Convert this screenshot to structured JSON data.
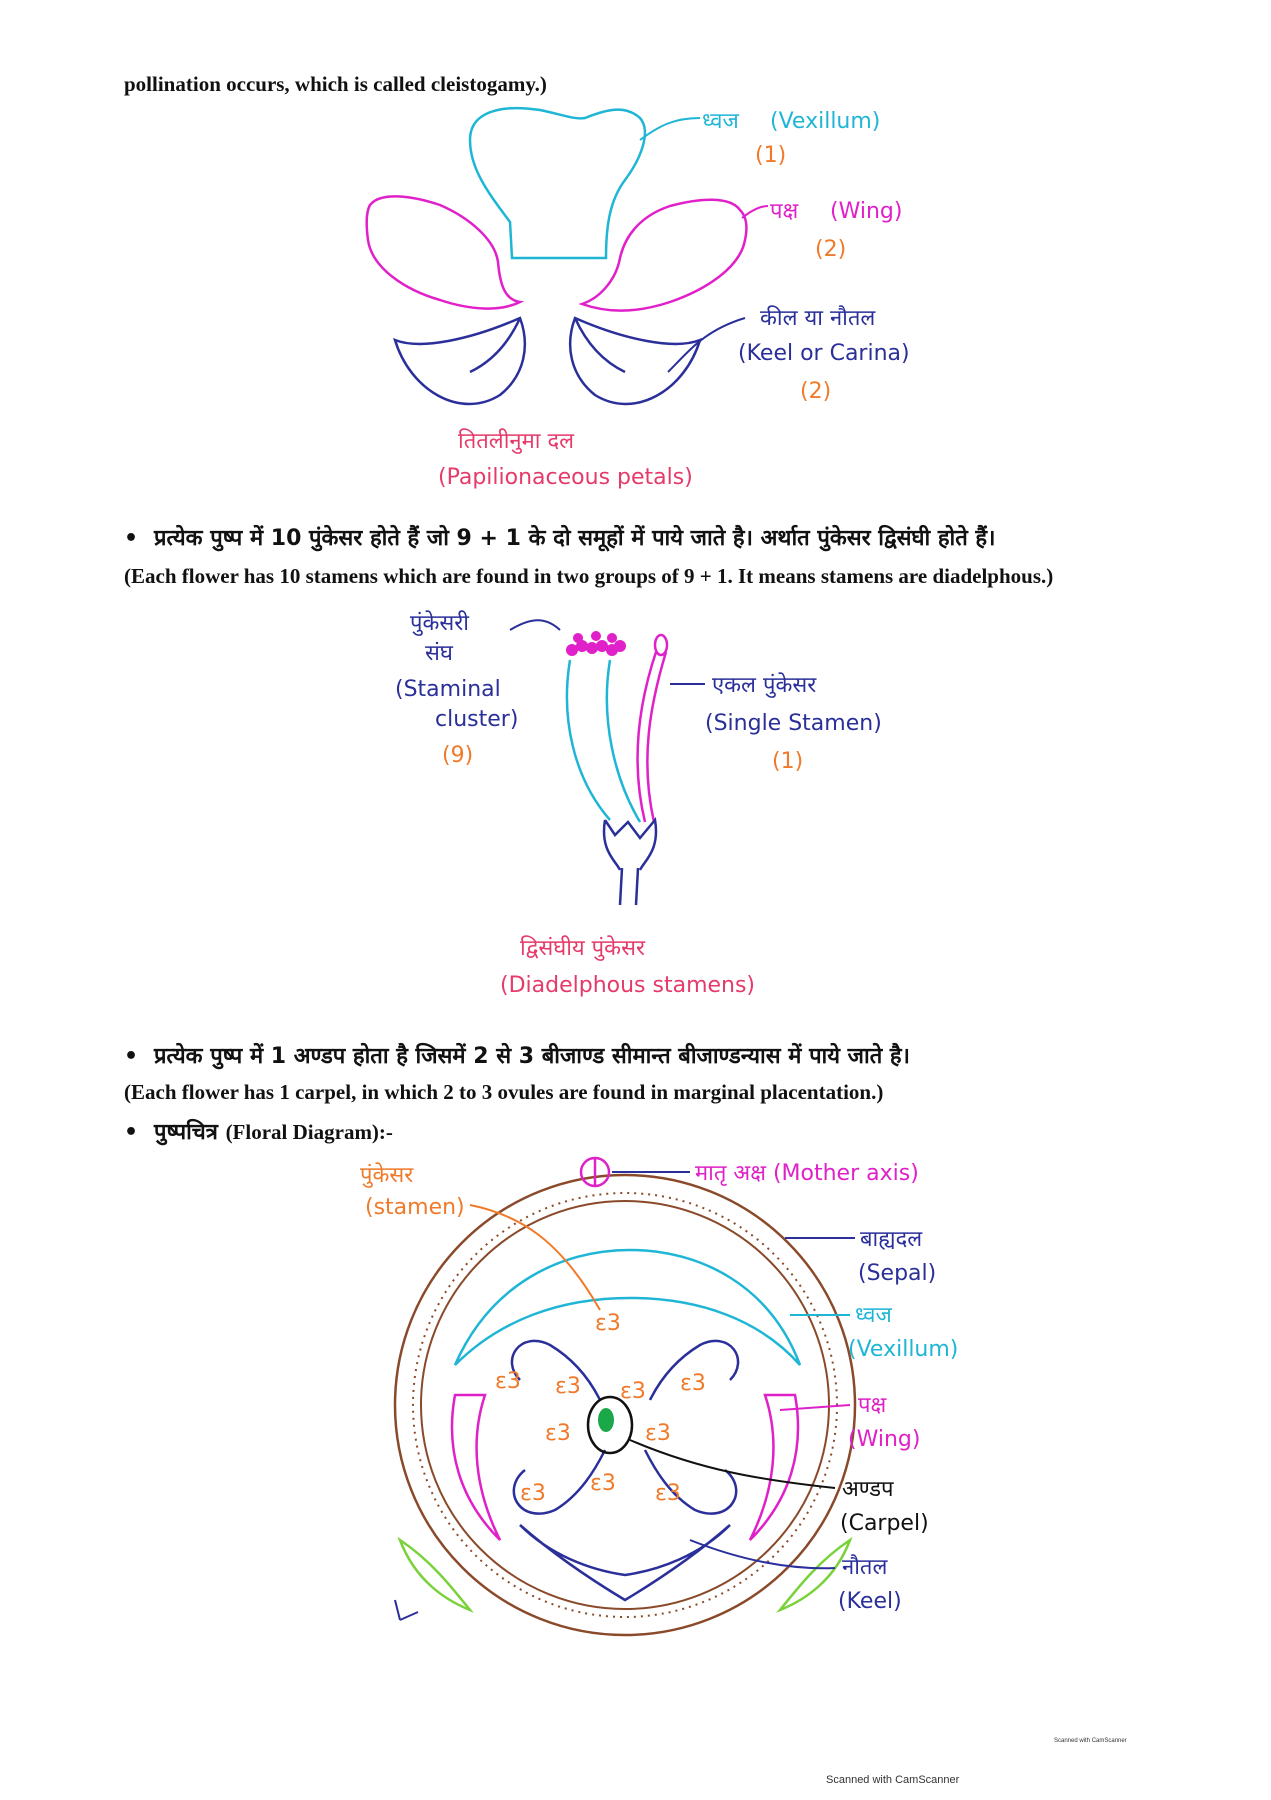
{
  "text": {
    "line1": "pollination occurs, which is called cleistogamy.)",
    "bullet": "•",
    "stamens_hi": "प्रत्येक  पुष्प में 10 पुंकेसर होते हैं जो 9 + 1 के दो समूहों में पाये जाते है। अर्थात पुंकेसर द्विसंघी  होते हैं।",
    "stamens_en": "(Each flower has 10 stamens which are found in two groups of 9 + 1. It means stamens are diadelphous.)",
    "carpel_hi": "प्रत्येक  पुष्प में 1 अण्डप होता है जिसमें 2 से 3 बीजाण्ड सीमान्त बीजाण्डन्यास में पाये जाते है।",
    "carpel_en": "(Each flower has 1 carpel, in which 2 to 3 ovules are found in marginal placentation.)",
    "floral_hi": "पुष्पचित्र",
    "floral_en": "(Floral Diagram):-"
  },
  "fig1": {
    "vexillum_hi": "ध्वज",
    "vexillum_en": "(Vexillum)",
    "vexillum_n": "(1)",
    "wing_hi": "पक्ष",
    "wing_en": "(Wing)",
    "wing_n": "(2)",
    "keel_hi": "कील या नौतल",
    "keel_en": "(Keel or Carina)",
    "keel_n": "(2)",
    "caption_hi": "तितलीनुमा दल",
    "caption_en": "(Papilionaceous petals)"
  },
  "fig2": {
    "cluster_hi1": "पुंकेसरी",
    "cluster_hi2": "संघ",
    "cluster_en1": "(Staminal",
    "cluster_en2": "cluster)",
    "cluster_n": "(9)",
    "single_hi": "एकल पुंकेसर",
    "single_en": "(Single Stamen)",
    "single_n": "(1)",
    "caption_hi": "द्विसंघीय पुंकेसर",
    "caption_en": "(Diadelphous stamens)"
  },
  "fig3": {
    "stamen_hi": "पुंकेसर",
    "stamen_en": "(stamen)",
    "axis": "मातृ अक्ष (Mother axis)",
    "sepal_hi": "बाह्यदल",
    "sepal_en": "(Sepal)",
    "vex_hi": "ध्वज",
    "vex_en": "(Vexillum)",
    "wing_hi": "पक्ष",
    "wing_en": "(Wing)",
    "carpel_hi": "अण्डप",
    "carpel_en": "(Carpel)",
    "keel_hi": "नौतल",
    "keel_en": "(Keel)"
  },
  "footer": {
    "small": "Scanned with CamScanner",
    "main": "Scanned with CamScanner"
  },
  "colors": {
    "vexillum": "#1fb6d6",
    "wing": "#e020c8",
    "keel": "#2a2f9a",
    "label_orange": "#f07a2a",
    "label_blue": "#2a2f9a",
    "label_pink": "#e53a6a",
    "sepal": "#8a4a2a",
    "bract": "#7ad23a",
    "ovule": "#1aa84a"
  }
}
